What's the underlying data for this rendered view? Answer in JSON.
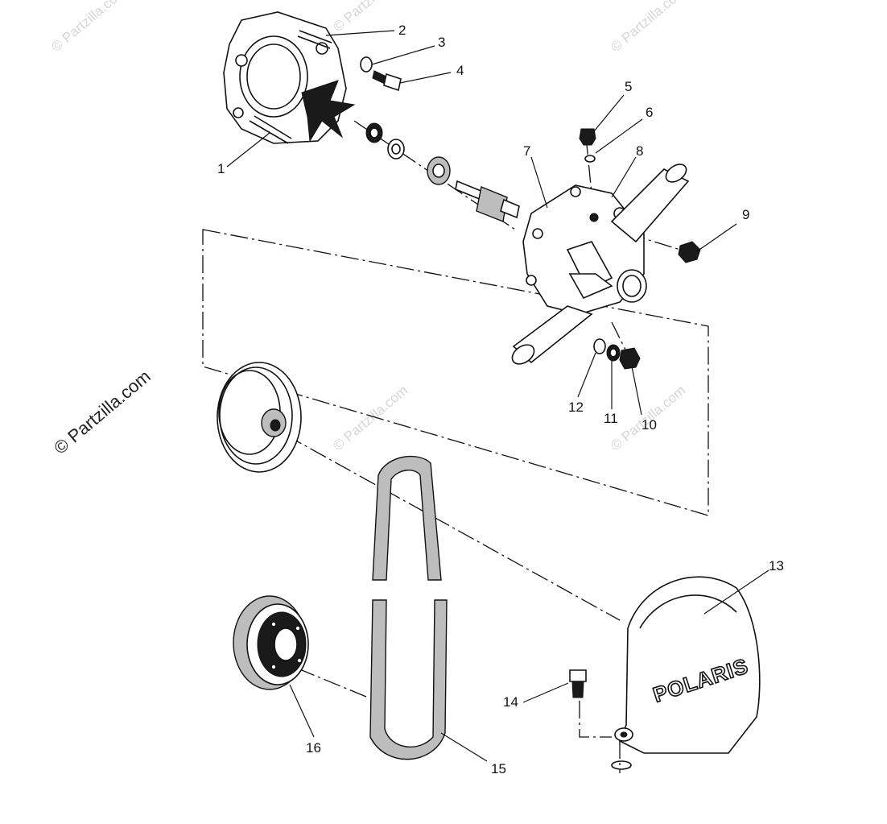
{
  "watermarks": {
    "main": "© Partzilla.com",
    "faint": "© Partzilla.com"
  },
  "logo_text": "POLARIS",
  "callouts": [
    {
      "id": "1",
      "text": "1"
    },
    {
      "id": "2",
      "text": "2"
    },
    {
      "id": "3",
      "text": "3"
    },
    {
      "id": "4",
      "text": "4"
    },
    {
      "id": "5",
      "text": "5"
    },
    {
      "id": "6",
      "text": "6"
    },
    {
      "id": "7",
      "text": "7"
    },
    {
      "id": "8",
      "text": "8"
    },
    {
      "id": "9",
      "text": "9"
    },
    {
      "id": "10",
      "text": "10"
    },
    {
      "id": "11",
      "text": "11"
    },
    {
      "id": "12",
      "text": "12"
    },
    {
      "id": "13",
      "text": "13"
    },
    {
      "id": "14",
      "text": "14"
    },
    {
      "id": "15",
      "text": "15"
    },
    {
      "id": "16",
      "text": "16"
    }
  ]
}
